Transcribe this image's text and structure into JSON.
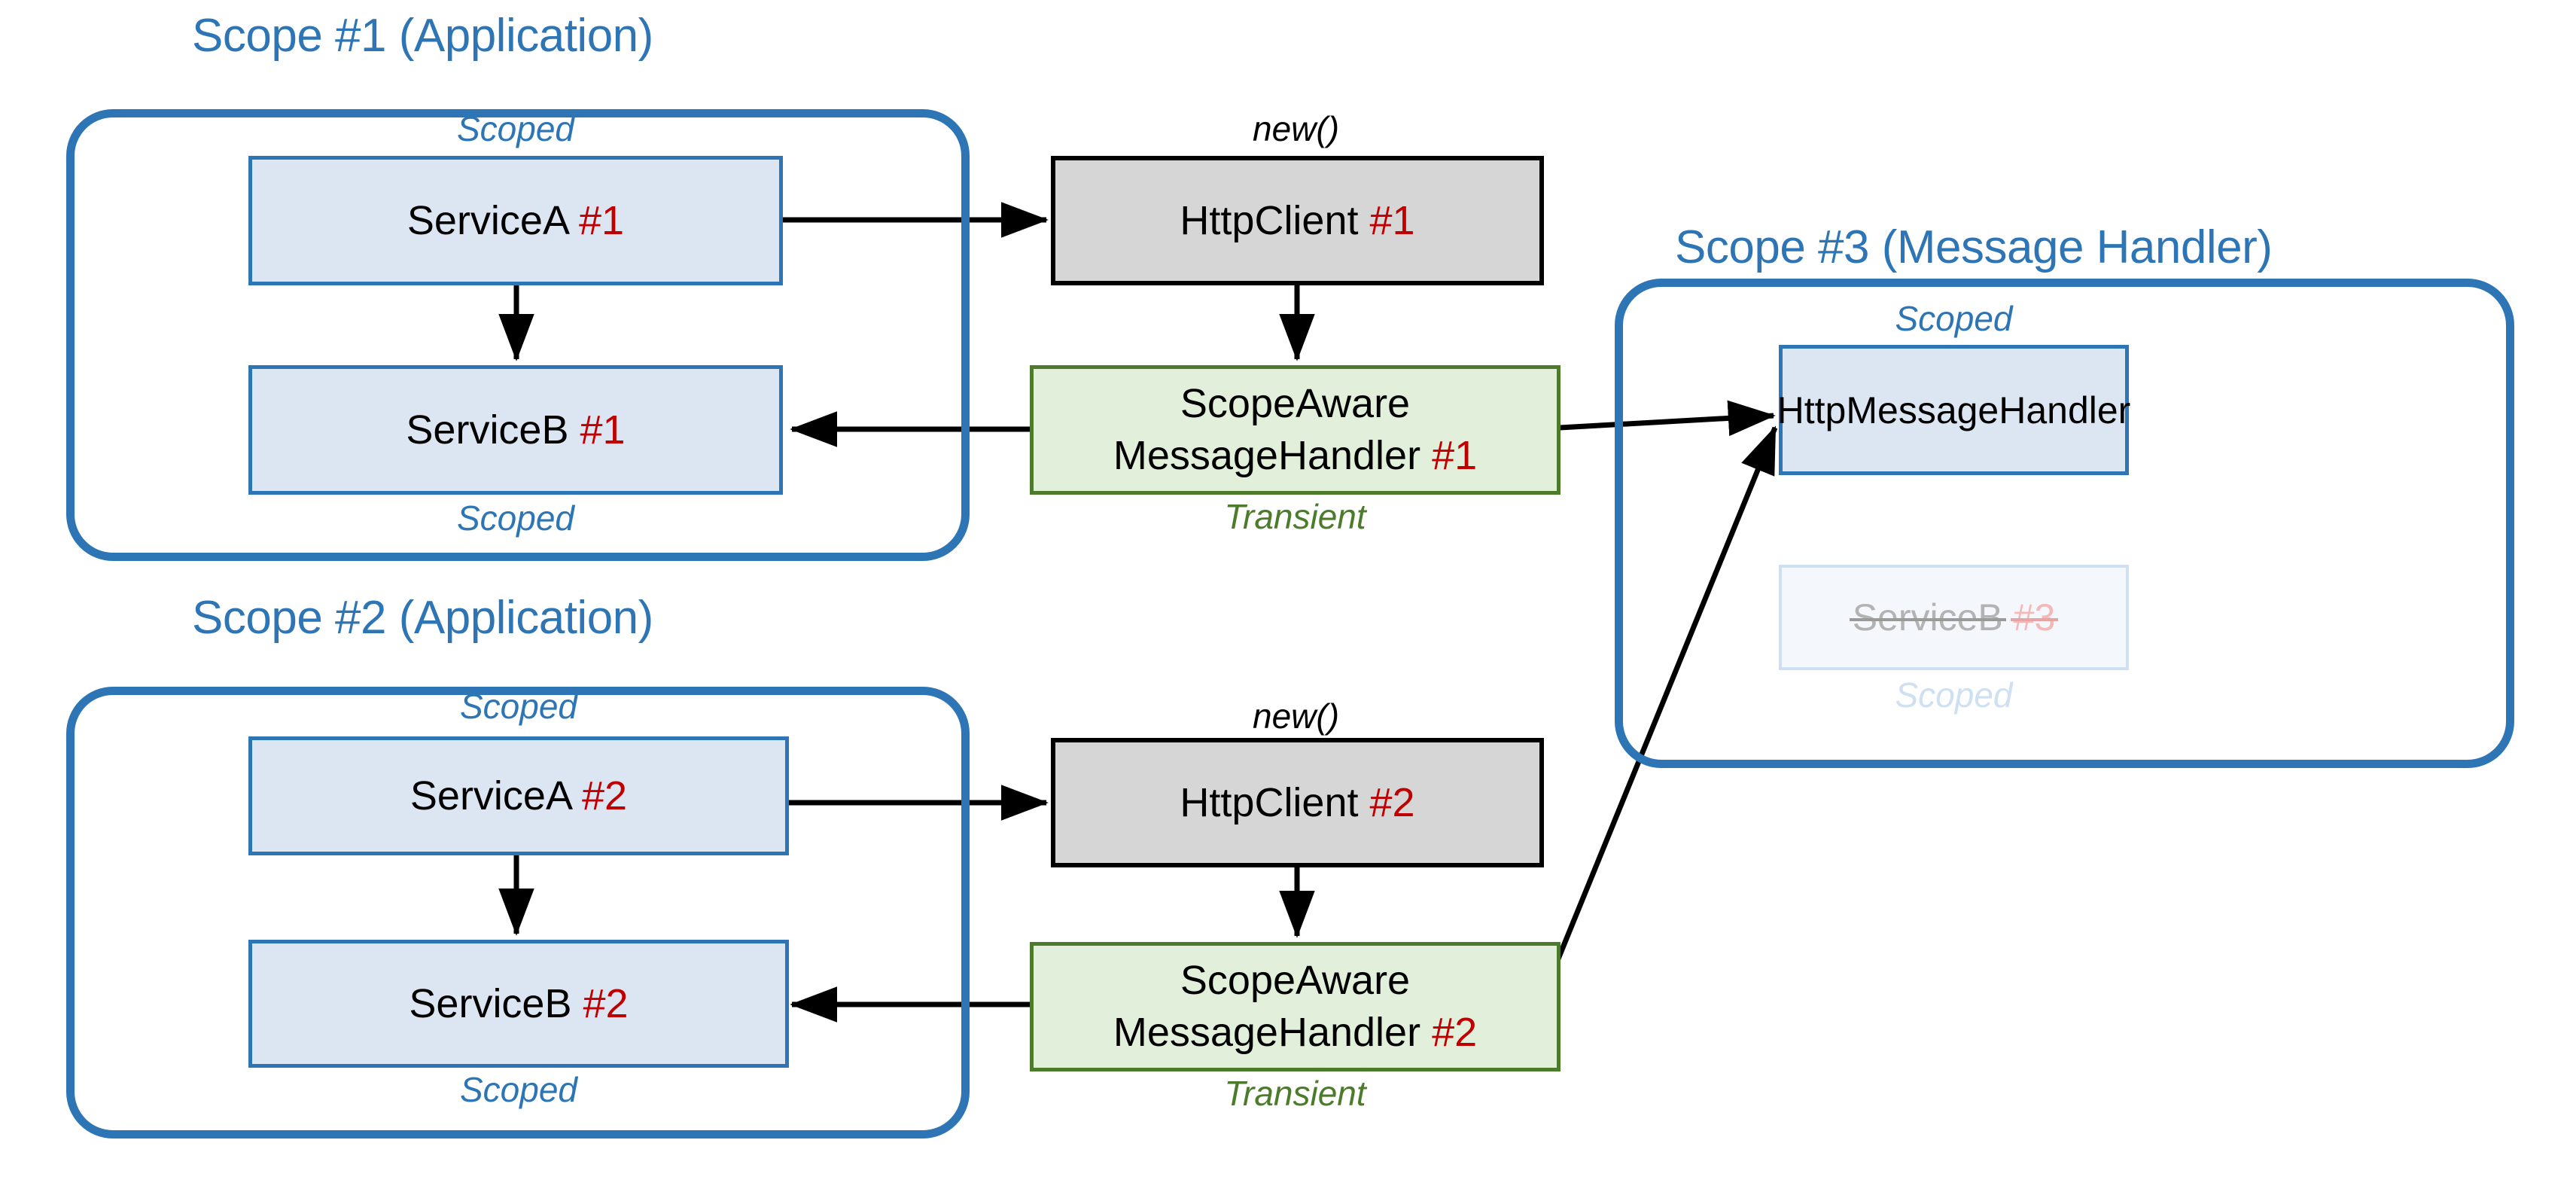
{
  "diagram": {
    "title": "HttpClient message handler scope diagram",
    "colors": {
      "scope_blue": "#2E75B6",
      "node_blue_fill": "#dce6f2",
      "node_grey_fill": "#d6d6d6",
      "node_green_fill": "#e2efda",
      "node_green_border": "#4C7B2C",
      "accent_red": "#C00000",
      "faded_grey": "#b3b3b3"
    }
  },
  "scopes": [
    {
      "id": "scope1",
      "title": "Scope #1 (Application)"
    },
    {
      "id": "scope2",
      "title": "Scope #2 (Application)"
    },
    {
      "id": "scope3",
      "title": "Scope #3 (Message Handler)"
    }
  ],
  "nodes": {
    "service_a_1": {
      "name": "ServiceA",
      "num": "#1",
      "lifetime": "Scoped"
    },
    "service_b_1": {
      "name": "ServiceB",
      "num": "#1",
      "lifetime": "Scoped"
    },
    "http_client_1": {
      "name": "HttpClient",
      "num": "#1",
      "edge_label": "new()"
    },
    "handler_1": {
      "line1": "ScopeAware",
      "line2": "MessageHandler",
      "num": "#1",
      "lifetime": "Transient"
    },
    "service_a_2": {
      "name": "ServiceA",
      "num": "#2",
      "lifetime": "Scoped"
    },
    "service_b_2": {
      "name": "ServiceB",
      "num": "#2",
      "lifetime": "Scoped"
    },
    "http_client_2": {
      "name": "HttpClient",
      "num": "#2",
      "edge_label": "new()"
    },
    "handler_2": {
      "line1": "ScopeAware",
      "line2": "MessageHandler",
      "num": "#2",
      "lifetime": "Transient"
    },
    "http_message_handler": {
      "name": "HttpMessageHandler",
      "lifetime": "Scoped"
    },
    "service_b_3": {
      "name": "ServiceB",
      "num": "#3",
      "lifetime": "Scoped",
      "state": "struck-out"
    }
  }
}
